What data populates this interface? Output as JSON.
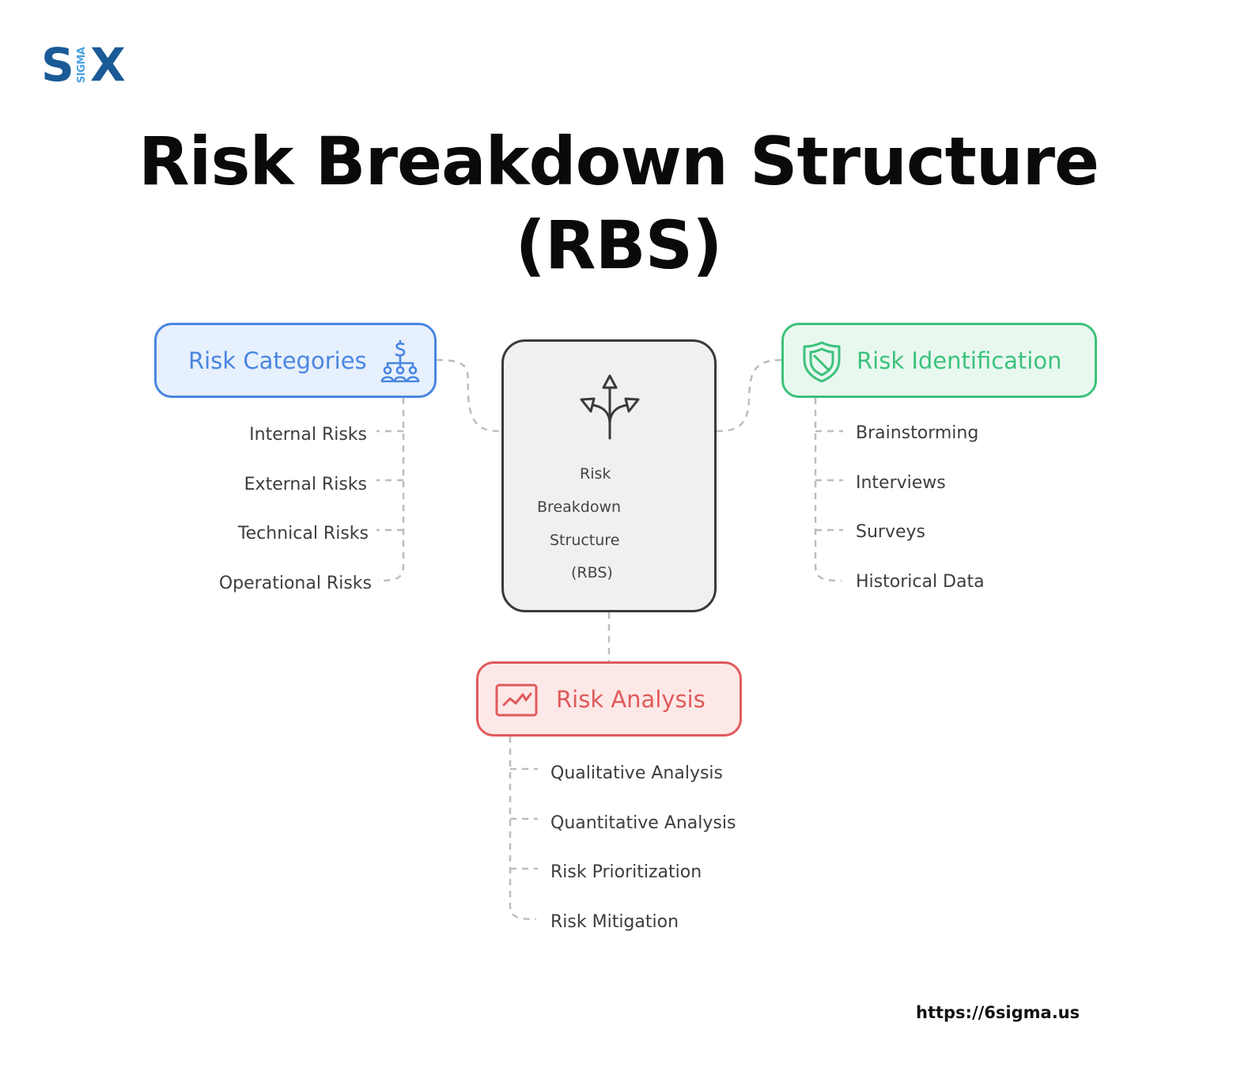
{
  "logo": {
    "left": "S",
    "middle": "SIGMA",
    "right": "X"
  },
  "title": {
    "line1": "Risk Breakdown Structure",
    "line2": "(RBS)"
  },
  "center": {
    "lines": [
      "Risk",
      "Breakdown",
      "Structure",
      "(RBS)"
    ],
    "icon": "arrows-split-icon"
  },
  "categories": {
    "label": "Risk Categories",
    "icon": "org-chart-dollar-icon",
    "color": "#4a86e0",
    "items": [
      "Internal Risks",
      "External Risks",
      "Technical Risks",
      "Operational Risks"
    ]
  },
  "identification": {
    "label": "Risk Identification",
    "icon": "shield-icon",
    "color": "#3cc27c",
    "items": [
      "Brainstorming",
      "Interviews",
      "Surveys",
      "Historical Data"
    ]
  },
  "analysis": {
    "label": "Risk Analysis",
    "icon": "line-chart-icon",
    "color": "#e05a5a",
    "items": [
      "Qualitative Analysis",
      "Quantitative Analysis",
      "Risk Prioritization",
      "Risk Mitigation"
    ]
  },
  "footer": {
    "url": "https://6sigma.us"
  }
}
